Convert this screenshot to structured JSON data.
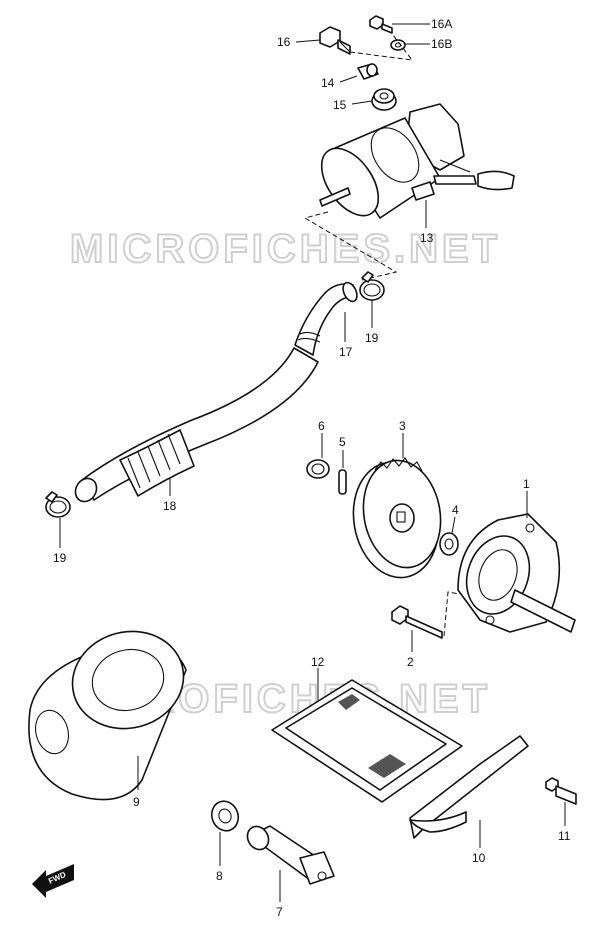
{
  "watermark": "MICROFICHES.NET",
  "fwd_label": "FWD",
  "callouts": {
    "p1": "1",
    "p2": "2",
    "p3": "3",
    "p4": "4",
    "p5": "5",
    "p6": "6",
    "p7": "7",
    "p8": "8",
    "p9": "9",
    "p10": "10",
    "p11": "11",
    "p12": "12",
    "p13": "13",
    "p14": "14",
    "p15": "15",
    "p16": "16",
    "p16a": "16A",
    "p16b": "16B",
    "p17": "17",
    "p18": "18",
    "p19a": "19",
    "p19b": "19"
  }
}
